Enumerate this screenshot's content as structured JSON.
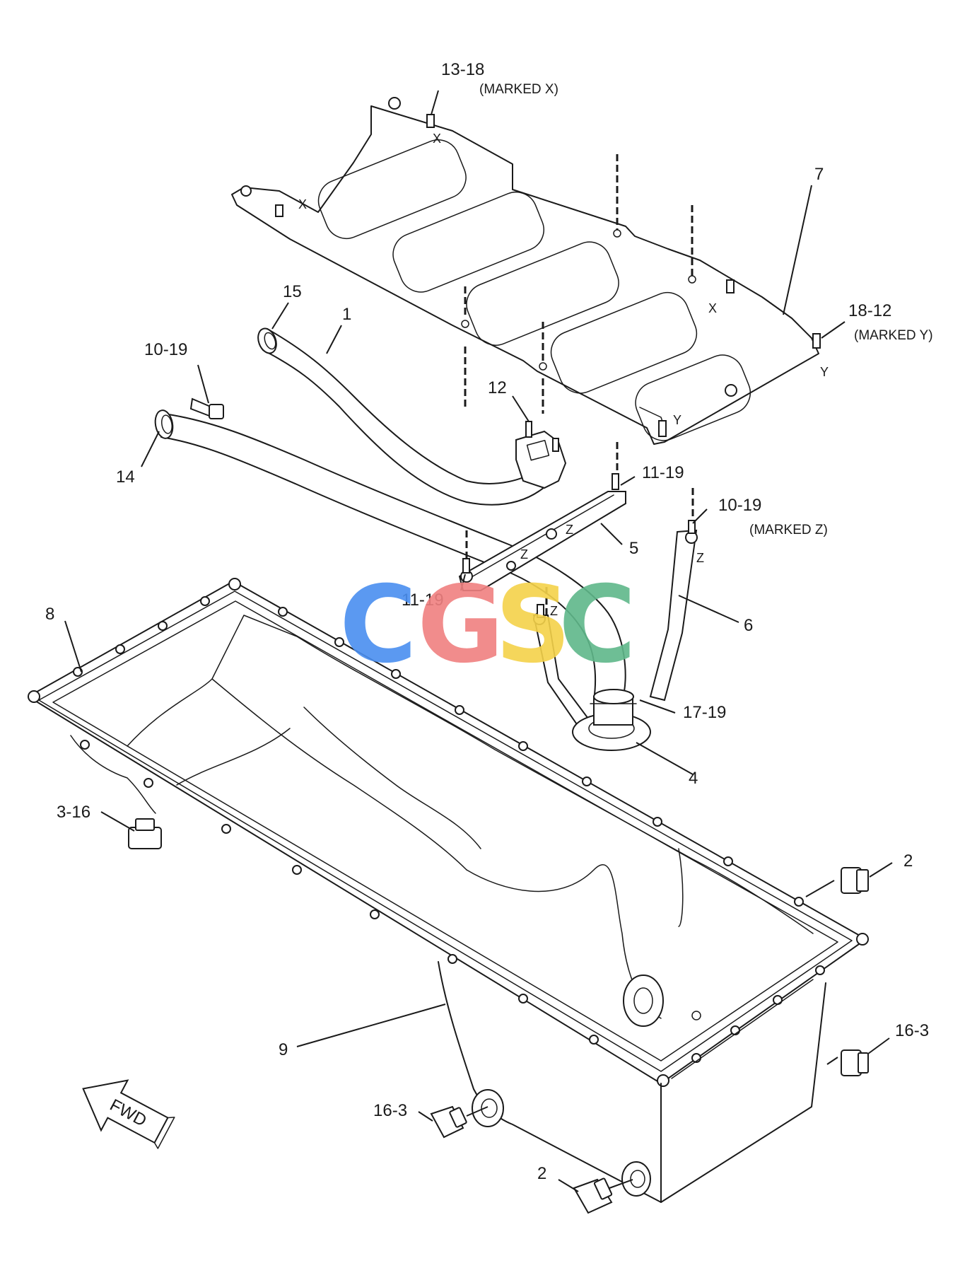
{
  "callouts": {
    "c13_18": "13-18",
    "marked_x": "(MARKED  X)",
    "c7": "7",
    "c18_12": "18-12",
    "marked_y": "(MARKED Y)",
    "c15": "15",
    "c1": "1",
    "c10_19_a": "10-19",
    "c12": "12",
    "c14": "14",
    "c11_19_a": "11-19",
    "c10_19_b": "10-19",
    "marked_z": "(MARKED Z)",
    "c5": "5",
    "c8": "8",
    "c11_19_b": "11-19",
    "c6": "6",
    "c17_19": "17-19",
    "c4": "4",
    "c3_16": "3-16",
    "c2_a": "2",
    "c16_3_a": "16-3",
    "c9": "9",
    "c16_3_b": "16-3",
    "c2_b": "2"
  },
  "marks": {
    "x1": "X",
    "x2": "X",
    "x3": "X",
    "y1": "Y",
    "y2": "Y",
    "z1": "Z",
    "z2": "Z",
    "z3": "Z",
    "z4": "Z"
  },
  "fwd_label": "FWD",
  "watermark": {
    "letters": [
      "C",
      "G",
      "S",
      "C"
    ],
    "colors": [
      "#4a8ff0",
      "#f08080",
      "#f5d24a",
      "#5fb88a"
    ]
  }
}
